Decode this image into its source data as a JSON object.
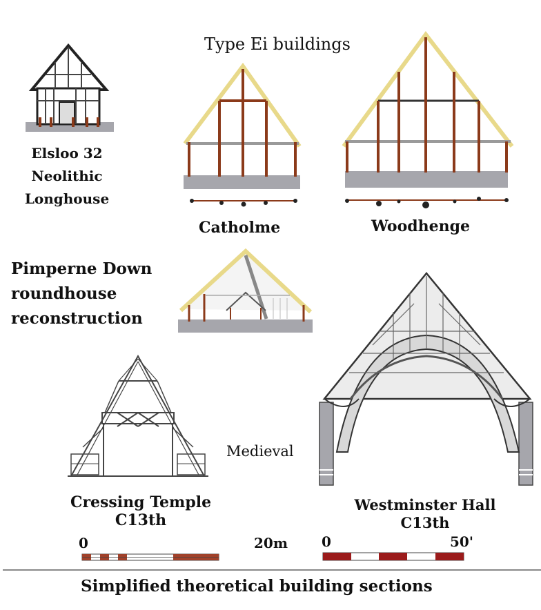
{
  "labels": {
    "type_ei": "Type Ei buildings",
    "elsloo_line1": "Elsloo 32",
    "elsloo_line2": "Neolithic",
    "elsloo_line3": "Longhouse",
    "catholme": "Catholme",
    "woodhenge": "Woodhenge",
    "pimperne_line1": "Pimperne Down",
    "pimperne_line2": "roundhouse",
    "pimperne_line3": "reconstruction",
    "medieval": "Medieval",
    "cressing_line1": "Cressing Temple",
    "cressing_line2": "C13th",
    "westminster_line1": "Westminster Hall",
    "westminster_line2": "C13th",
    "footer_title": "Simplified theoretical building sections"
  },
  "scales": {
    "metric": {
      "start": "0",
      "end": "20m"
    },
    "imperial": {
      "start": "0",
      "end": "50'"
    }
  },
  "colors": {
    "timber": "#8b3a1a",
    "thatch": "#e8d98a",
    "ground": "#a6a6ac",
    "tie_beam": "#9a9a9a",
    "scale_red": "#9b1b1b",
    "scale_brown": "#a0412a",
    "rule": "#888888"
  }
}
